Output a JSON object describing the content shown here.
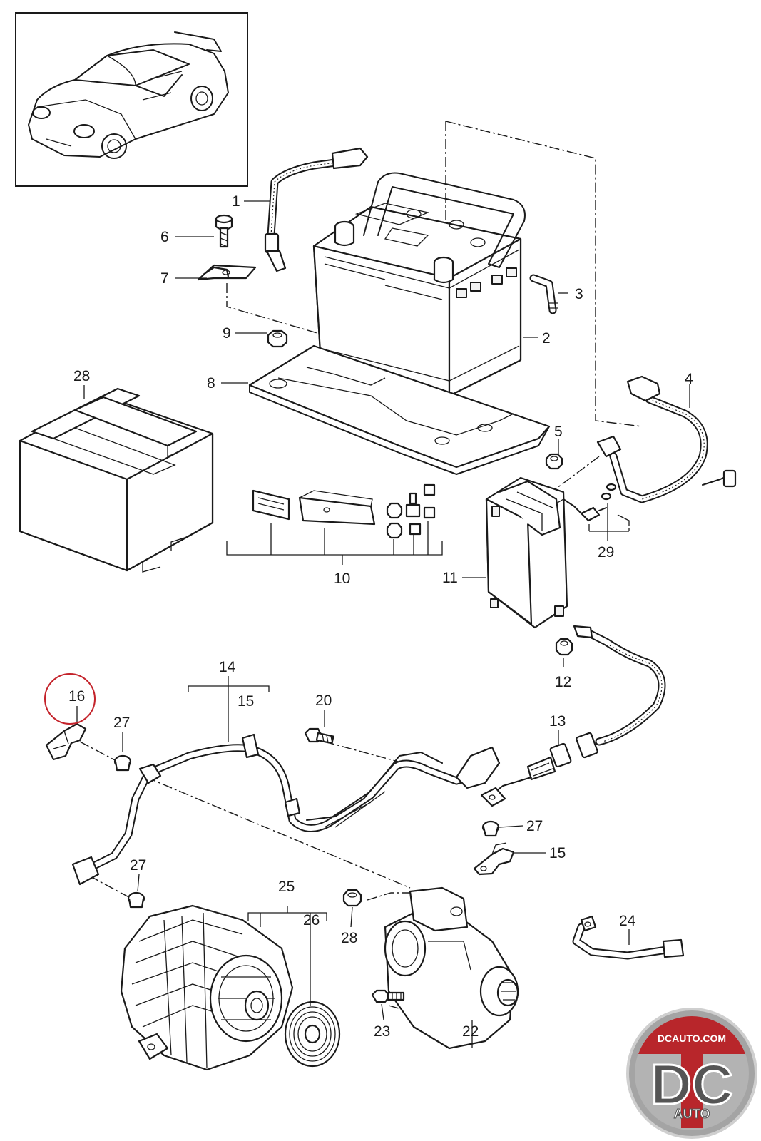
{
  "diagram": {
    "part_labels": {
      "p1": "1",
      "p2": "2",
      "p3": "3",
      "p4": "4",
      "p5": "5",
      "p6": "6",
      "p7": "7",
      "p8": "8",
      "p9": "9",
      "p10": "10",
      "p11": "11",
      "p12": "12",
      "p13": "13",
      "p14": "14",
      "p15a": "15",
      "p15b": "15",
      "p16": "16",
      "p20": "20",
      "p22": "22",
      "p23": "23",
      "p24": "24",
      "p25": "25",
      "p26": "26",
      "p27a": "27",
      "p27b": "27",
      "p27c": "27",
      "p28a": "28",
      "p28b": "28",
      "p29": "29"
    },
    "highlighted_part": "16",
    "highlight_color": "#c4232b"
  },
  "watermark": {
    "site": "DCAUTO.COM",
    "mark": "DC",
    "word": "AUTO",
    "colors": {
      "ring": "#9b9b9b",
      "red": "#b8262b",
      "gray": "#5a5a5a"
    }
  }
}
